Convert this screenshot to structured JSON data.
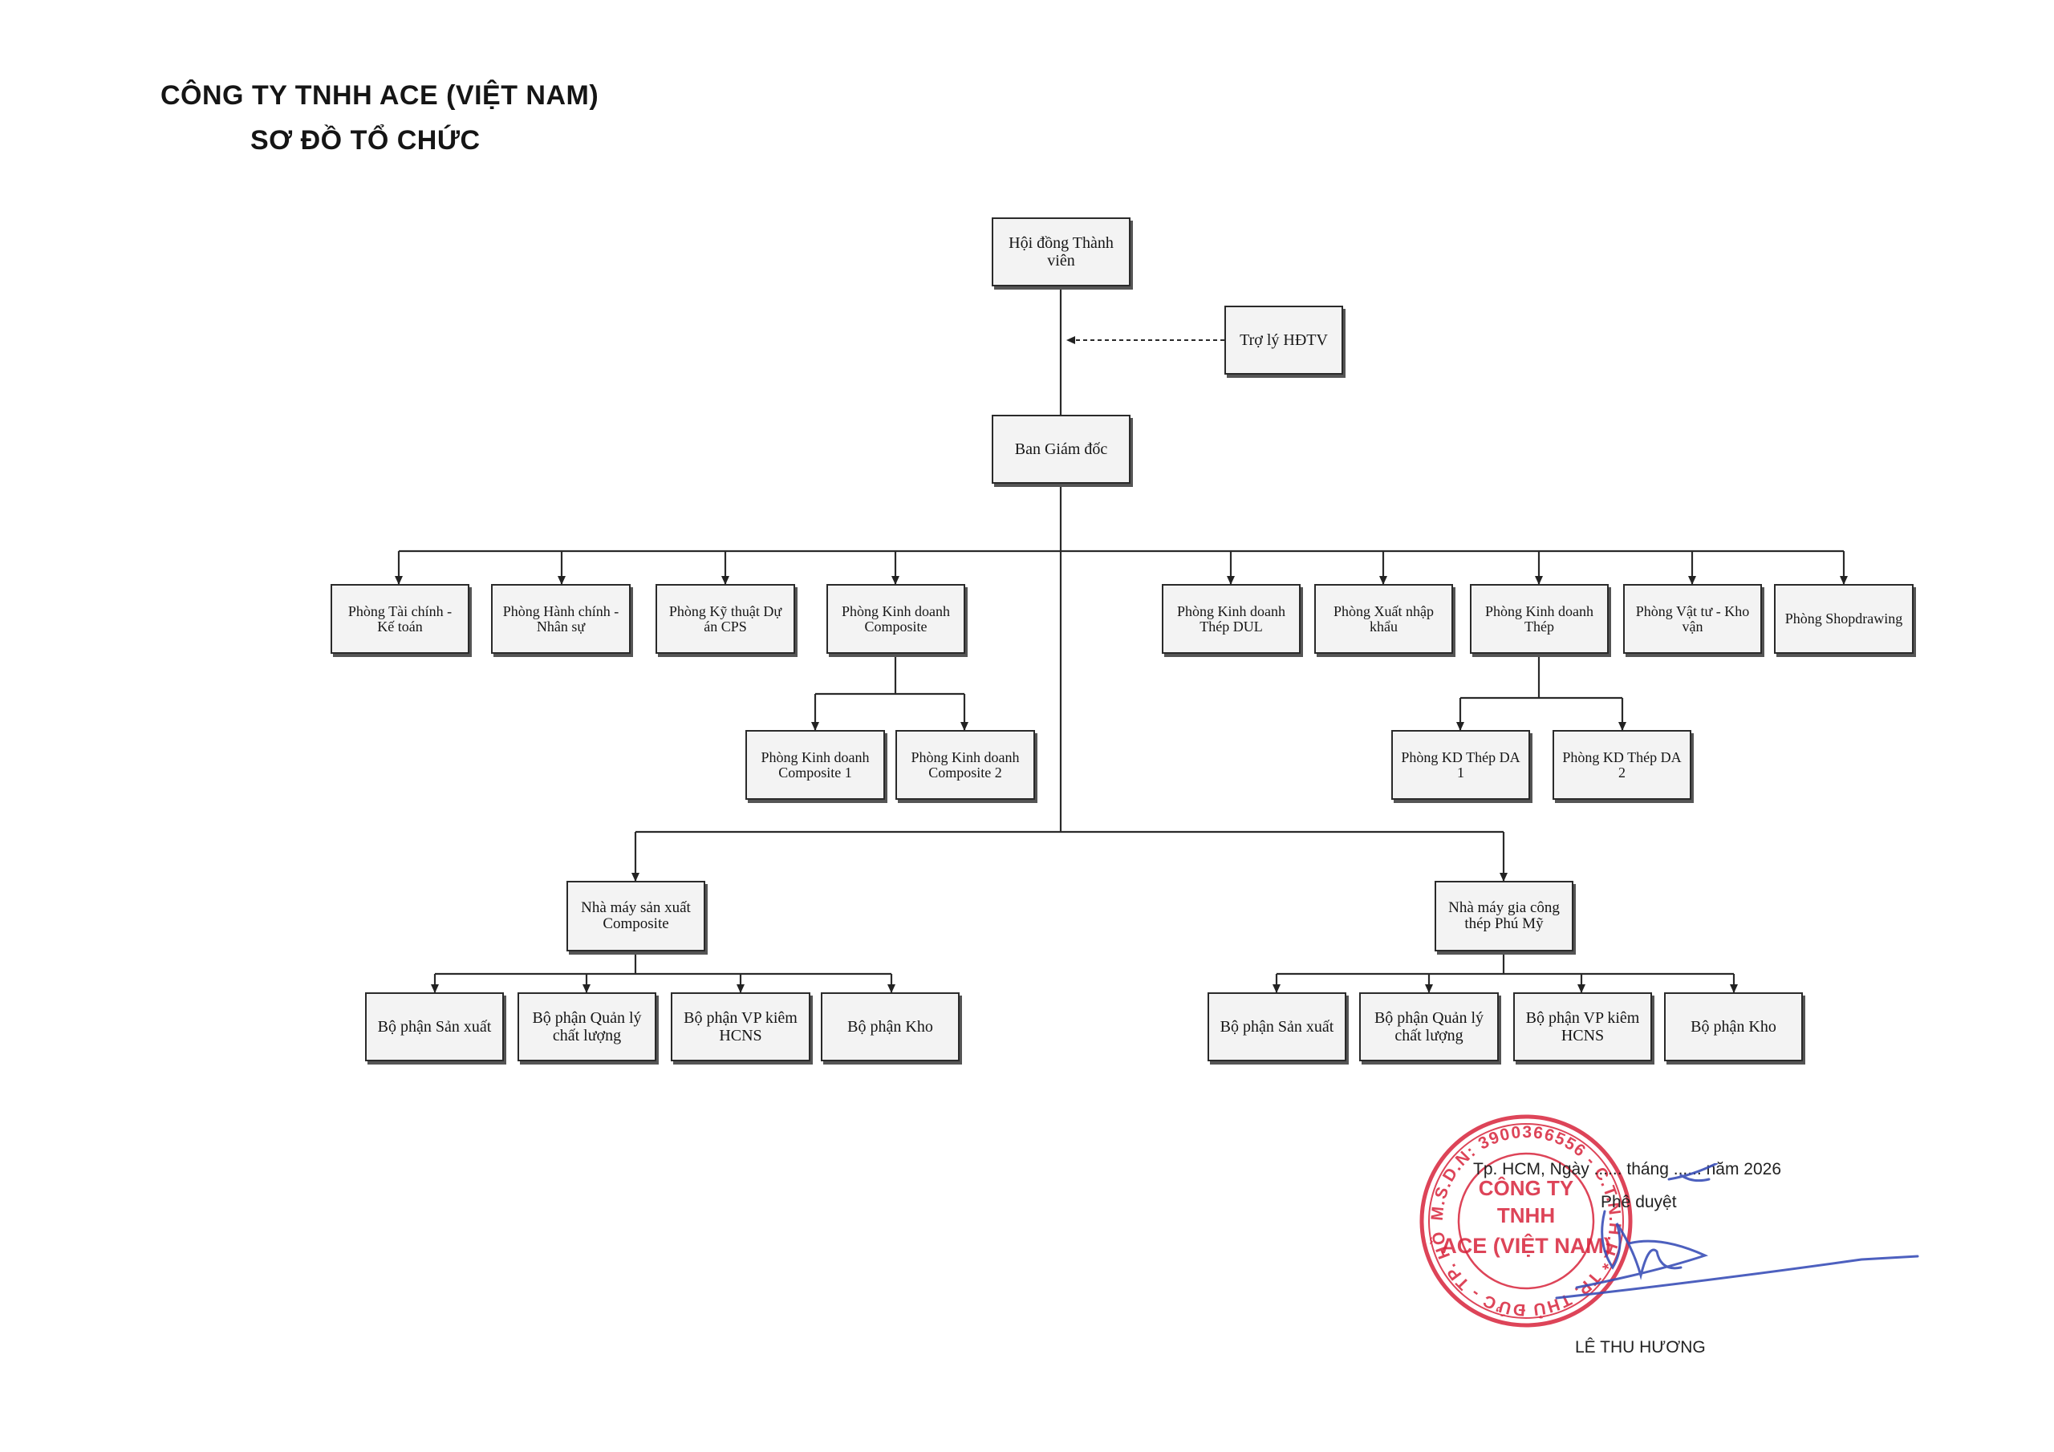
{
  "header": {
    "company_name": "CÔNG TY TNHH ACE (VIỆT NAM)",
    "chart_title": "SƠ ĐỒ TỔ CHỨC"
  },
  "org": {
    "board": "Hội đồng Thành viên",
    "board_assistant": "Trợ lý HĐTV",
    "directors": "Ban Giám đốc",
    "departments": {
      "finance": "Phòng Tài chính - Kế toán",
      "hr_admin": "Phòng Hành chính - Nhân sự",
      "project_tech": "Phòng Kỹ thuật Dự án CPS",
      "sales_composite": "Phòng Kinh doanh Composite",
      "sales_steel_dul": "Phòng Kinh doanh Thép DUL",
      "import_export": "Phòng Xuất nhập khẩu",
      "sales_steel": "Phòng Kinh doanh Thép",
      "materials_logistics": "Phòng Vật tư - Kho vận",
      "shopdrawing": "Phòng Shopdrawing"
    },
    "sub_departments": {
      "composite_1": "Phòng Kinh doanh Composite 1",
      "composite_2": "Phòng Kinh doanh Composite 2",
      "steel_da1": "Phòng KD Thép DA 1",
      "steel_da2": "Phòng KD Thép DA 2"
    },
    "factories": {
      "composite": {
        "name": "Nhà máy sản xuất Composite",
        "units": [
          "Bộ phận Sản xuất",
          "Bộ phận Quản lý chất lượng",
          "Bộ phận VP kiêm HCNS",
          "Bộ phận Kho"
        ]
      },
      "steel": {
        "name": "Nhà máy gia công thép Phú Mỹ",
        "units": [
          "Bộ phận Sản xuất",
          "Bộ phận Quản lý chất lượng",
          "Bộ phận VP kiêm HCNS",
          "Bộ phận Kho"
        ]
      }
    }
  },
  "approval": {
    "place_date": "Tp. HCM, Ngày ...... tháng ...... năm 2026",
    "approved_label": "Phê duyệt",
    "signer": "LÊ THU HƯƠNG",
    "stamp_text_ring": "M.S.D.N: 3900366556 - C.T.N.H.H * TP. THỦ ĐỨC - TP. HỒ CHÍ MINH *",
    "stamp_text_center": [
      "CÔNG TY",
      "TNHH",
      "ACE (VIỆT NAM)"
    ],
    "stamp_color": "#d8243c",
    "signature_color": "#3a4fb8"
  }
}
